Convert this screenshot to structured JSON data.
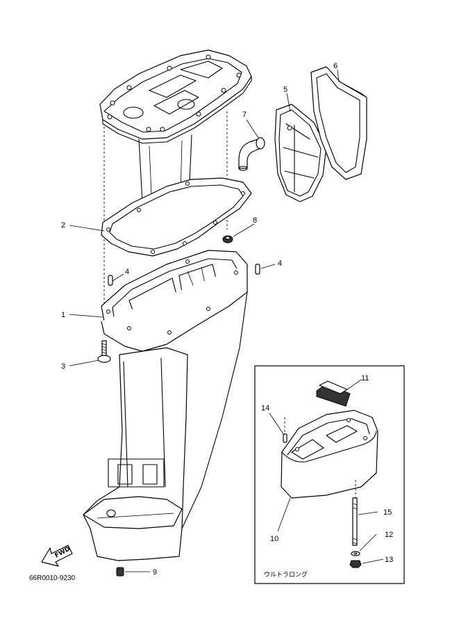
{
  "callouts": [
    {
      "id": "c1",
      "label": "1"
    },
    {
      "id": "c2",
      "label": "2"
    },
    {
      "id": "c3",
      "label": "3"
    },
    {
      "id": "c4a",
      "label": "4"
    },
    {
      "id": "c4b",
      "label": "4"
    },
    {
      "id": "c5",
      "label": "5"
    },
    {
      "id": "c6",
      "label": "6"
    },
    {
      "id": "c7",
      "label": "7"
    },
    {
      "id": "c8",
      "label": "8"
    },
    {
      "id": "c9",
      "label": "9"
    },
    {
      "id": "c10",
      "label": "10"
    },
    {
      "id": "c11",
      "label": "11"
    },
    {
      "id": "c12",
      "label": "12"
    },
    {
      "id": "c13",
      "label": "13"
    },
    {
      "id": "c14",
      "label": "14"
    },
    {
      "id": "c15",
      "label": "15"
    }
  ],
  "inset_caption": "ウルトラロング",
  "fwd_label": "FWD",
  "drawing_code": "66R0010-9230"
}
